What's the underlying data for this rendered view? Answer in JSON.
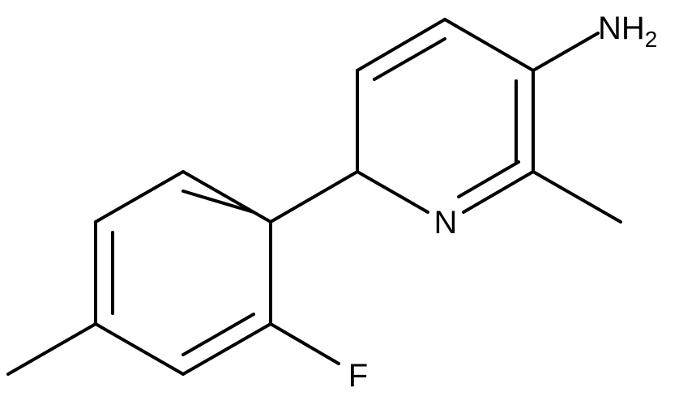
{
  "molecule": {
    "atoms": {
      "amine": {
        "symbol": "NH",
        "subscript": "2"
      },
      "ring_nitrogen": {
        "symbol": "N"
      },
      "fluorine": {
        "symbol": "F"
      }
    },
    "colors": {
      "bond": "#000000",
      "label": "#000000",
      "background": "#ffffff"
    }
  }
}
